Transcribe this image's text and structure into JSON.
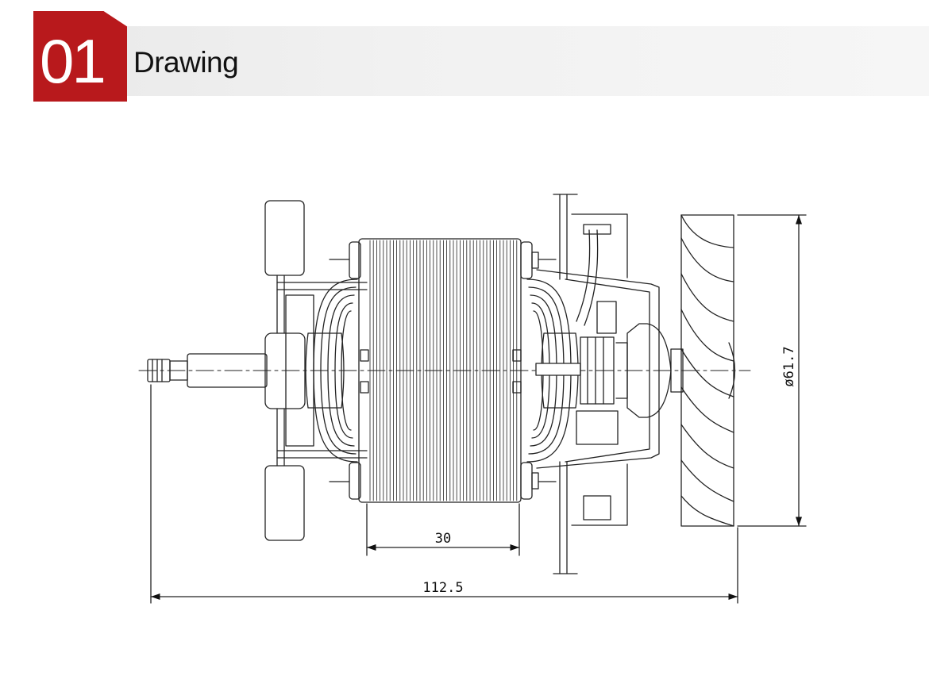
{
  "header": {
    "number": "01",
    "title": "Drawing",
    "accent_color": "#b8191c"
  },
  "drawing": {
    "dimensions": {
      "stator_width": "30",
      "overall_length": "112.5",
      "fan_diameter": "ø61.7"
    }
  }
}
